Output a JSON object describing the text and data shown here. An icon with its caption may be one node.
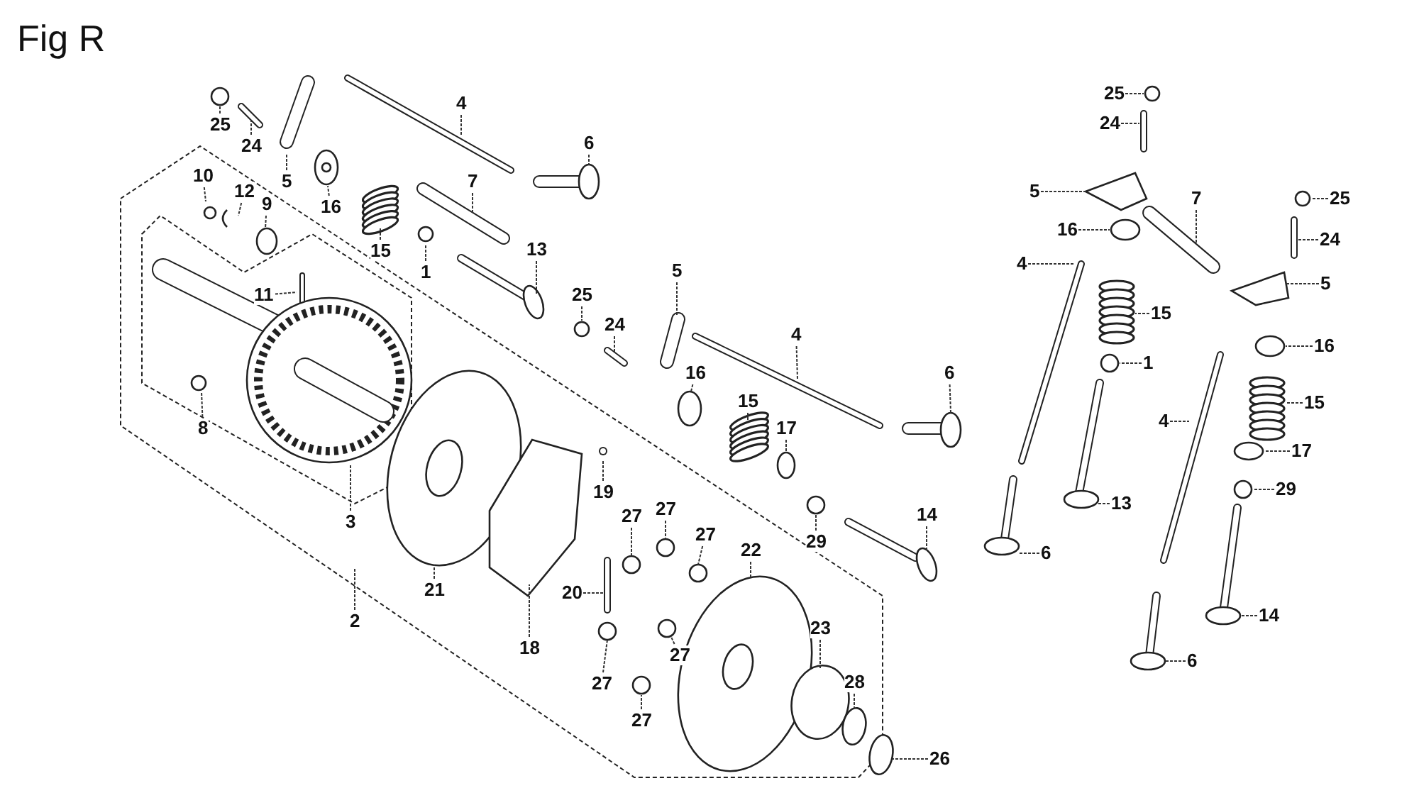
{
  "diagram": {
    "title": "Fig R",
    "nodes": [
      {
        "text": [
          "25"
        ]
      },
      {
        "text": [
          "24"
        ]
      },
      {
        "text": [
          "5"
        ]
      },
      {
        "text": [
          "4"
        ]
      },
      {
        "text": [
          "6"
        ]
      },
      {
        "text": [
          "16"
        ]
      },
      {
        "text": [
          "15"
        ]
      },
      {
        "text": [
          "7"
        ]
      },
      {
        "text": [
          "1"
        ]
      },
      {
        "text": [
          "13"
        ]
      },
      {
        "text": [
          "10"
        ]
      },
      {
        "text": [
          "12"
        ]
      },
      {
        "text": [
          "9"
        ]
      },
      {
        "text": [
          "11"
        ]
      },
      {
        "text": [
          "8"
        ]
      },
      {
        "text": [
          "25"
        ]
      },
      {
        "text": [
          "24"
        ]
      },
      {
        "text": [
          "5"
        ]
      },
      {
        "text": [
          "16"
        ]
      },
      {
        "text": [
          "15"
        ]
      },
      {
        "text": [
          "17"
        ]
      },
      {
        "text": [
          "4"
        ]
      },
      {
        "text": [
          "6"
        ]
      },
      {
        "text": [
          "29"
        ]
      },
      {
        "text": [
          "14"
        ]
      },
      {
        "text": [
          "3"
        ]
      },
      {
        "text": [
          "21"
        ]
      },
      {
        "text": [
          "19"
        ]
      },
      {
        "text": [
          "18"
        ]
      },
      {
        "text": [
          "20"
        ]
      },
      {
        "text": [
          "27"
        ]
      },
      {
        "text": [
          "27"
        ]
      },
      {
        "text": [
          "27"
        ]
      },
      {
        "text": [
          "2"
        ]
      },
      {
        "text": [
          "22"
        ]
      },
      {
        "text": [
          "27"
        ]
      },
      {
        "text": [
          "27"
        ]
      },
      {
        "text": [
          "27"
        ]
      },
      {
        "text": [
          "23"
        ]
      },
      {
        "text": [
          "28"
        ]
      },
      {
        "text": [
          "26"
        ]
      },
      {
        "text": [
          "25"
        ]
      },
      {
        "text": [
          "24"
        ]
      },
      {
        "text": [
          "5"
        ]
      },
      {
        "text": [
          "7"
        ]
      },
      {
        "text": [
          "25"
        ]
      },
      {
        "text": [
          "24"
        ]
      },
      {
        "text": [
          "16"
        ]
      },
      {
        "text": [
          "4"
        ]
      },
      {
        "text": [
          "5"
        ]
      },
      {
        "text": [
          "15"
        ]
      },
      {
        "text": [
          "1"
        ]
      },
      {
        "text": [
          "16"
        ]
      },
      {
        "text": [
          "15"
        ]
      },
      {
        "text": [
          "4"
        ]
      },
      {
        "text": [
          "17"
        ]
      },
      {
        "text": [
          "13"
        ]
      },
      {
        "text": [
          "29"
        ]
      },
      {
        "text": [
          "6"
        ]
      },
      {
        "text": [
          "14"
        ]
      },
      {
        "text": [
          "6"
        ]
      }
    ],
    "edges": [
      {
        "from": 0,
        "to": null,
        "arrow": "none"
      },
      {
        "from": 1,
        "to": null,
        "arrow": "none"
      },
      {
        "from": 2,
        "to": null,
        "arrow": "none"
      },
      {
        "from": 3,
        "to": null,
        "arrow": "none"
      },
      {
        "from": 4,
        "to": null,
        "arrow": "none"
      },
      {
        "from": 5,
        "to": null,
        "arrow": "none"
      },
      {
        "from": 6,
        "to": null,
        "arrow": "none"
      },
      {
        "from": 7,
        "to": null,
        "arrow": "none"
      },
      {
        "from": 8,
        "to": null,
        "arrow": "none"
      },
      {
        "from": 9,
        "to": null,
        "arrow": "none"
      },
      {
        "from": 10,
        "to": null,
        "arrow": "none"
      },
      {
        "from": 11,
        "to": null,
        "arrow": "none"
      },
      {
        "from": 12,
        "to": null,
        "arrow": "none"
      },
      {
        "from": 13,
        "to": null,
        "arrow": "none"
      },
      {
        "from": 14,
        "to": null,
        "arrow": "none"
      },
      {
        "from": 15,
        "to": null,
        "arrow": "none"
      },
      {
        "from": 16,
        "to": null,
        "arrow": "none"
      },
      {
        "from": 17,
        "to": null,
        "arrow": "none"
      },
      {
        "from": 18,
        "to": null,
        "arrow": "none"
      },
      {
        "from": 19,
        "to": null,
        "arrow": "none"
      },
      {
        "from": 20,
        "to": null,
        "arrow": "none"
      },
      {
        "from": 21,
        "to": null,
        "arrow": "none"
      },
      {
        "from": 22,
        "to": null,
        "arrow": "none"
      },
      {
        "from": 23,
        "to": null,
        "arrow": "none"
      },
      {
        "from": 24,
        "to": null,
        "arrow": "none"
      },
      {
        "from": 25,
        "to": null,
        "arrow": "none"
      },
      {
        "from": 26,
        "to": null,
        "arrow": "none"
      },
      {
        "from": 27,
        "to": null,
        "arrow": "none"
      },
      {
        "from": 28,
        "to": null,
        "arrow": "none"
      },
      {
        "from": 29,
        "to": null,
        "arrow": "none"
      },
      {
        "from": 30,
        "to": null,
        "arrow": "none"
      },
      {
        "from": 31,
        "to": null,
        "arrow": "none"
      },
      {
        "from": 32,
        "to": null,
        "arrow": "none"
      },
      {
        "from": 33,
        "to": null,
        "arrow": "none"
      },
      {
        "from": 34,
        "to": null,
        "arrow": "none"
      },
      {
        "from": 35,
        "to": null,
        "arrow": "none"
      },
      {
        "from": 36,
        "to": null,
        "arrow": "none"
      },
      {
        "from": 37,
        "to": null,
        "arrow": "none"
      },
      {
        "from": 38,
        "to": null,
        "arrow": "none"
      },
      {
        "from": 39,
        "to": null,
        "arrow": "none"
      },
      {
        "from": 40,
        "to": null,
        "arrow": "none"
      },
      {
        "from": 41,
        "to": null,
        "arrow": "none"
      },
      {
        "from": 42,
        "to": null,
        "arrow": "none"
      },
      {
        "from": 43,
        "to": null,
        "arrow": "none"
      },
      {
        "from": 44,
        "to": null,
        "arrow": "none"
      },
      {
        "from": 45,
        "to": null,
        "arrow": "none"
      },
      {
        "from": 46,
        "to": null,
        "arrow": "none"
      },
      {
        "from": 47,
        "to": null,
        "arrow": "none"
      },
      {
        "from": 48,
        "to": null,
        "arrow": "none"
      },
      {
        "from": 49,
        "to": null,
        "arrow": "none"
      },
      {
        "from": 50,
        "to": null,
        "arrow": "none"
      },
      {
        "from": 51,
        "to": null,
        "arrow": "none"
      },
      {
        "from": 52,
        "to": null,
        "arrow": "none"
      },
      {
        "from": 53,
        "to": null,
        "arrow": "none"
      },
      {
        "from": 54,
        "to": null,
        "arrow": "none"
      },
      {
        "from": 55,
        "to": null,
        "arrow": "none"
      },
      {
        "from": 56,
        "to": null,
        "arrow": "none"
      },
      {
        "from": 57,
        "to": null,
        "arrow": "none"
      },
      {
        "from": 58,
        "to": null,
        "arrow": "none"
      },
      {
        "from": 59,
        "to": null,
        "arrow": "none"
      },
      {
        "from": 60,
        "to": null,
        "arrow": "none"
      }
    ]
  }
}
